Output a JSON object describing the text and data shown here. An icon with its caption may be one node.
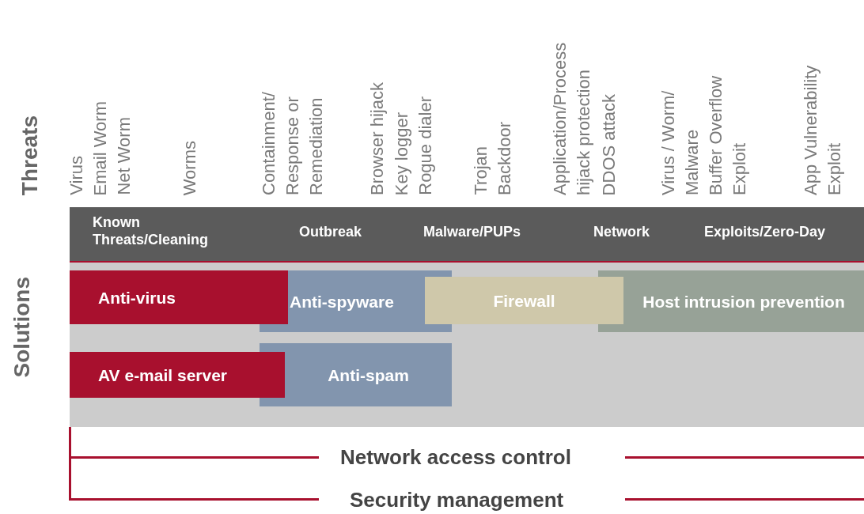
{
  "diagram": {
    "nodes": [
      {
        "text": [
          "Known Threats/Cleaning"
        ]
      },
      {
        "text": [
          "Outbreak"
        ]
      },
      {
        "text": [
          "Malware/PUPs"
        ]
      },
      {
        "text": [
          "Network"
        ]
      },
      {
        "text": [
          "Exploits/Zero-Day"
        ]
      },
      {
        "text": [
          "Anti-virus"
        ]
      },
      {
        "text": [
          "Anti-spyware"
        ]
      },
      {
        "text": [
          "Firewall"
        ]
      },
      {
        "text": [
          "Host intrusion prevention"
        ]
      },
      {
        "text": [
          "AV e-mail server"
        ]
      },
      {
        "text": [
          "Anti-spam"
        ]
      },
      {
        "text": [
          "Network access control"
        ]
      },
      {
        "text": [
          "Security management"
        ]
      }
    ],
    "labels": [
      "Threats",
      "Virus",
      "Email Worm",
      "Net Worm",
      "Worms",
      "Containment/ Response or Remediation",
      "Browser hijack",
      "Key logger",
      "Rogue dialer",
      "Trojan",
      "Backdoor",
      "Application/Process hijack protection",
      "DDOS attack",
      "Virus / Worm/ Malware",
      "Buffer Overflow Exploit",
      "App Vulnerability Exploit",
      "Solutions"
    ]
  }
}
